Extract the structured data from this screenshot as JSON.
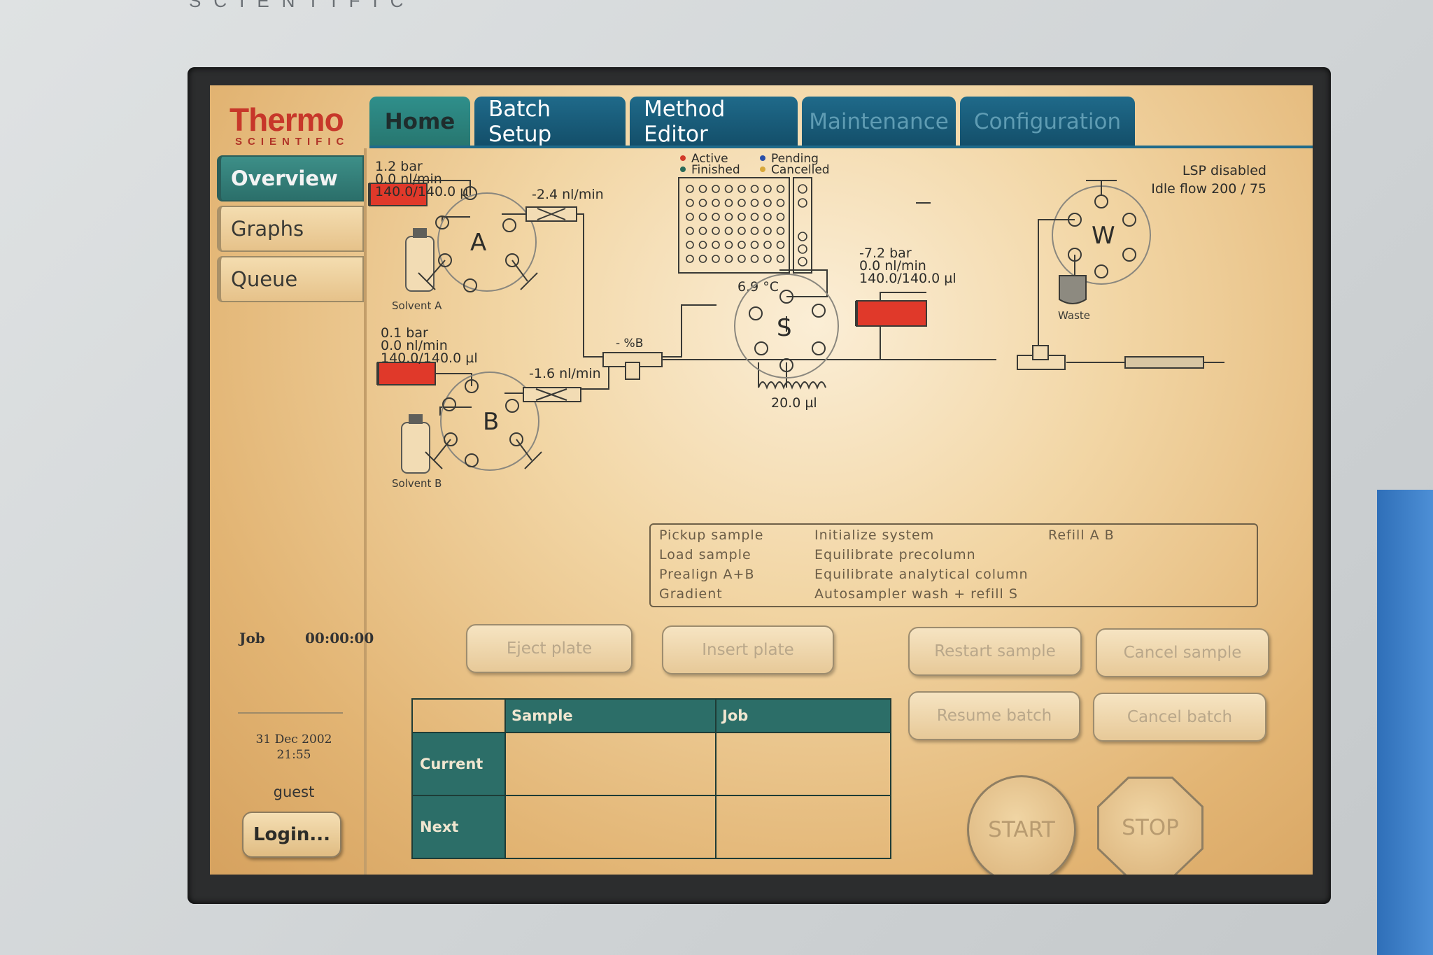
{
  "brand": {
    "top_bezel_text": "SCIENTIFIC",
    "logo_main": "Thermo",
    "logo_sub": "SCIENTIFIC"
  },
  "tabs": [
    {
      "label": "Home",
      "state": "active"
    },
    {
      "label": "Batch Setup",
      "state": "enabled"
    },
    {
      "label": "Method Editor",
      "state": "enabled"
    },
    {
      "label": "Maintenance",
      "state": "disabled"
    },
    {
      "label": "Configuration",
      "state": "disabled"
    }
  ],
  "sidebar": {
    "items": [
      {
        "label": "Overview"
      },
      {
        "label": "Graphs"
      },
      {
        "label": "Queue"
      }
    ]
  },
  "job": {
    "label": "Job",
    "time": "00:00:00"
  },
  "session": {
    "date": "31 Dec 2002",
    "time": "21:55",
    "user": "guest",
    "login_label": "Login..."
  },
  "header_status": {
    "lsp": "LSP disabled",
    "idle_flow": "Idle flow 200 / 75"
  },
  "legend": {
    "active": "Active",
    "finished": "Finished",
    "pending": "Pending",
    "cancelled": "Cancelled"
  },
  "pump_a": {
    "pressure": "1.2 bar",
    "flow": "0.0 nl/min",
    "volume": "140.0/140.0 µl",
    "valve": "A",
    "solvent": "Solvent A",
    "flow_sensor": "-2.4 nl/min"
  },
  "pump_b": {
    "pressure": "0.1 bar",
    "flow": "0.0 nl/min",
    "volume": "140.0/140.0 µl",
    "valve": "B",
    "solvent": "Solvent B",
    "flow_sensor": "-1.6 nl/min"
  },
  "pump_s": {
    "pressure": "-7.2 bar",
    "flow": "0.0 nl/min",
    "volume": "140.0/140.0 µl",
    "valve": "S"
  },
  "mixer": {
    "label": "- %B"
  },
  "loop": {
    "volume": "20.0 µl"
  },
  "autosampler": {
    "temperature": "6.9 °C"
  },
  "waste": {
    "valve": "W",
    "label": "Waste"
  },
  "status_panel": {
    "col1": [
      "Pickup sample",
      "Load sample",
      "Prealign A+B",
      "Gradient"
    ],
    "col2": [
      "Initialize system",
      "Equilibrate precolumn",
      "Equilibrate analytical column",
      "Autosampler wash + refill S"
    ],
    "col3": [
      "Refill A B"
    ]
  },
  "buttons": {
    "eject_plate": "Eject plate",
    "insert_plate": "Insert plate",
    "restart_sample": "Restart sample",
    "cancel_sample": "Cancel sample",
    "resume_batch": "Resume batch",
    "cancel_batch": "Cancel batch",
    "start": "START",
    "stop": "STOP"
  },
  "queue_table": {
    "columns": [
      "Sample",
      "Job"
    ],
    "rows": [
      {
        "label": "Current"
      },
      {
        "label": "Next"
      }
    ]
  },
  "colors": {
    "tab_blue": "#1f6a8a",
    "teal": "#2c6e68",
    "pump_red": "#e0392a",
    "screen_amber": "#e9c487"
  }
}
